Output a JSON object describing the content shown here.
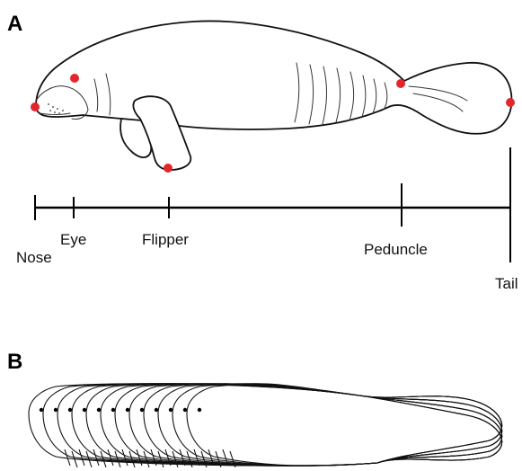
{
  "panels": {
    "a_label": "A",
    "b_label": "B"
  },
  "landmarks": [
    {
      "id": "nose",
      "label": "Nose"
    },
    {
      "id": "eye",
      "label": "Eye"
    },
    {
      "id": "flipper",
      "label": "Flipper"
    },
    {
      "id": "peduncle",
      "label": "Peduncle"
    },
    {
      "id": "tail",
      "label": "Tail"
    }
  ],
  "colors": {
    "marker": "#e3262b",
    "outline": "#111111",
    "background": "#ffffff"
  }
}
